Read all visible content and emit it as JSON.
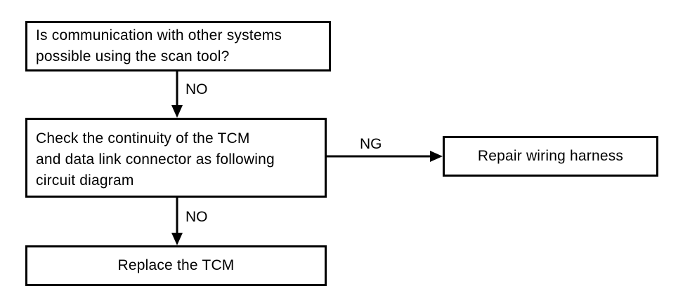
{
  "nodes": {
    "question": {
      "lines": [
        "Is communication with other systems",
        "possible using the scan tool?"
      ]
    },
    "check": {
      "lines": [
        "Check the continuity of the TCM",
        "and data link connector as following",
        "circuit diagram"
      ]
    },
    "repair": {
      "label": "Repair wiring harness"
    },
    "replace": {
      "label": "Replace the TCM"
    }
  },
  "edges": {
    "question_to_check": {
      "label": "NO"
    },
    "check_to_repair": {
      "label": "NG"
    },
    "check_to_replace": {
      "label": "NO"
    }
  },
  "colors": {
    "stroke": "#000000",
    "background": "#ffffff"
  }
}
